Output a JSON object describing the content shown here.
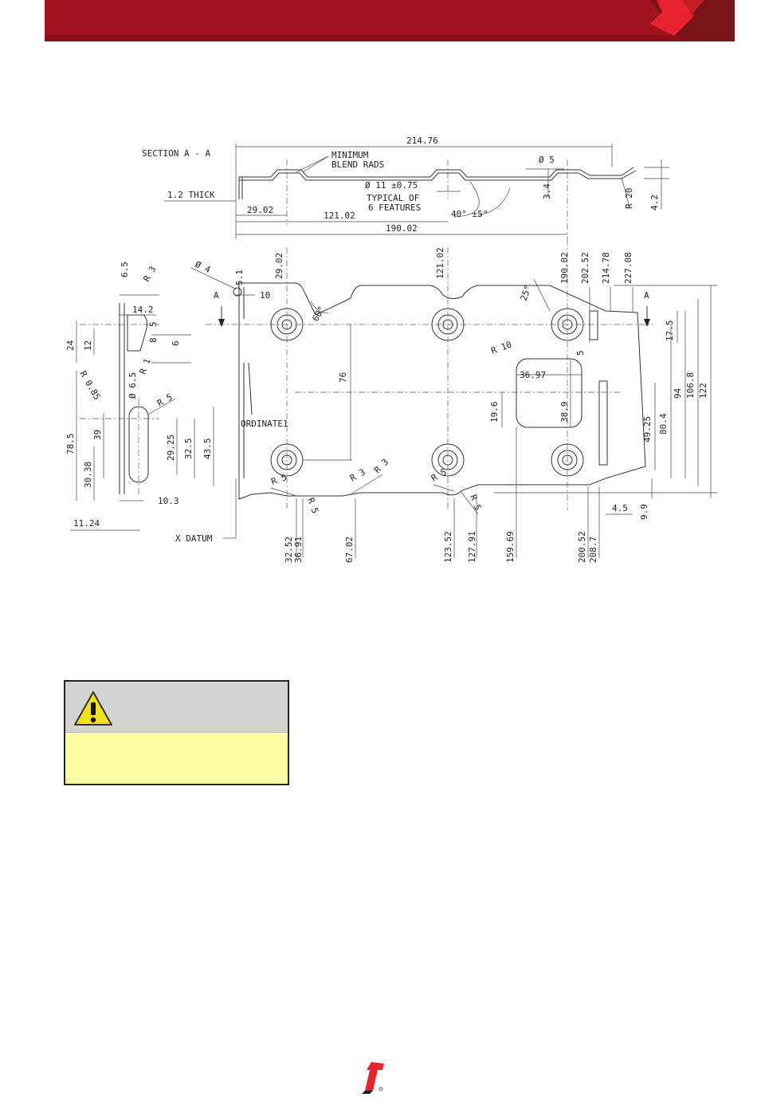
{
  "header": {
    "brand_color": "#a0121e",
    "accent_color": "#e8222f"
  },
  "drawing": {
    "section_title": "SECTION A - A",
    "labels": {
      "minimum": "MINIMUM",
      "blend_rads": "BLEND RADS",
      "thick": "1.2 THICK",
      "dia11": "Ø 11 ±0.75",
      "typical_of": "TYPICAL OF",
      "six_features": "6 FEATURES",
      "dia5": "Ø 5",
      "angle40": "40° ±5°",
      "r20": "R 20",
      "dia4": "Ø 4",
      "r3": "R 3",
      "r1": "R 1",
      "r085": "R 0.85",
      "dia65": "Ø 6.5",
      "r5": "R 5",
      "r10": "R 10",
      "angle60": "60°",
      "angle25": "25°",
      "ordinate": "ORDINATE1",
      "x_datum": "X DATUM",
      "sec_a": "A"
    },
    "dims": {
      "d214_76": "214.76",
      "d29_02": "29.02",
      "d121_02": "121.02",
      "d190_02": "190.02",
      "d3_4": "3.4",
      "d4_2": "4.2",
      "d6_5": "6.5",
      "d14_2": "14.2",
      "d5": "5",
      "d8": "8",
      "d6": "6",
      "d24": "24",
      "d12": "12",
      "d5_1": "5.1",
      "d10": "10",
      "d39": "39",
      "d78_5": "78.5",
      "d30_38": "30.38",
      "d29_25": "29.25",
      "d32_5": "32.5",
      "d43_5": "43.5",
      "d10_3": "10.3",
      "d11_24": "11.24",
      "d76": "76",
      "d36_97": "36.97",
      "d19_6": "19.6",
      "d38_9": "38.9",
      "d202_52": "202.52",
      "d214_78": "214.78",
      "d227_08": "227.08",
      "d17_5": "17.5",
      "d94": "94",
      "d106_8": "106.8",
      "d122": "122",
      "d49_25": "49.25",
      "d80_4": "80.4",
      "d9_9": "9.9",
      "d4_5": "4.5",
      "d32_52": "32.52",
      "d36_91": "36.91",
      "d67_02": "67.02",
      "d123_52": "123.52",
      "d127_91": "127.91",
      "d159_69": "159.69",
      "d200_52": "200.52",
      "d208_7": "208.7"
    }
  },
  "caution": {
    "head_color": "#d3d3d3",
    "body_color": "#fcfca3",
    "icon": "warning-triangle-icon"
  },
  "footer": {
    "logo": "company-logo-icon"
  }
}
